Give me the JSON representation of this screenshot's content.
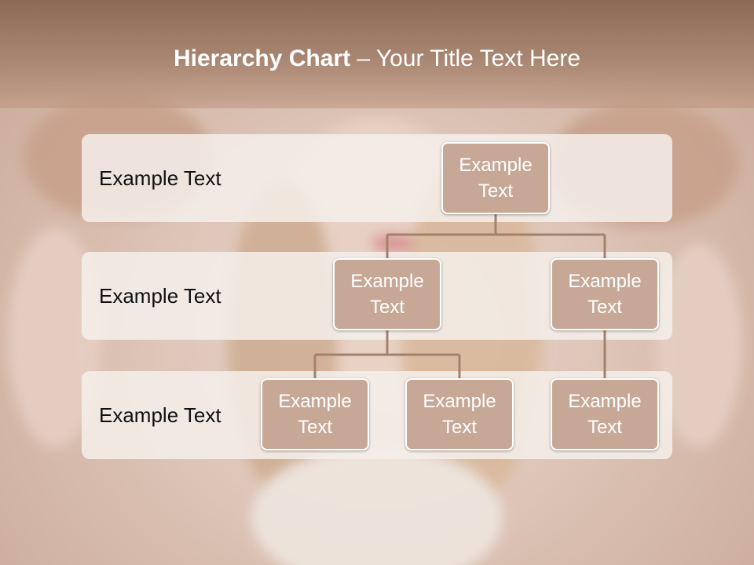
{
  "title": {
    "bold": "Hierarchy Chart",
    "separator": " – ",
    "rest": "Your Title Text Here"
  },
  "levels": [
    {
      "label": "Example Text"
    },
    {
      "label": "Example Text"
    },
    {
      "label": "Example Text"
    }
  ],
  "nodes": {
    "root": {
      "text": "Example Text"
    },
    "mid_left": {
      "text": "Example Text"
    },
    "mid_right": {
      "text": "Example Text"
    },
    "leaf_1": {
      "text": "Example Text"
    },
    "leaf_2": {
      "text": "Example Text"
    },
    "leaf_3": {
      "text": "Example Text"
    }
  },
  "colors": {
    "node_fill": "#c7a897",
    "connector": "#a0826f",
    "band": "#f5efea",
    "title_bar": "#8c6a55"
  }
}
